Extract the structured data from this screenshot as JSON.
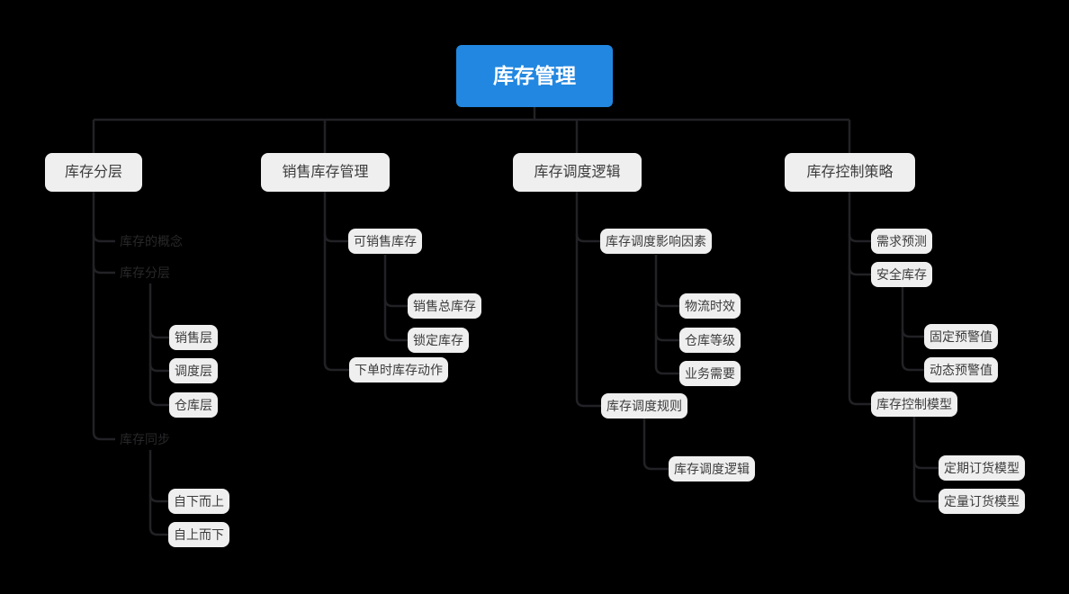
{
  "colors": {
    "canvas_bg": "#000000",
    "root_bg": "#2287e0",
    "root_text": "#ffffff",
    "node_bg": "#efefef",
    "node_text": "#3c3c3c",
    "plain_text": "#28282a",
    "line": "#222226"
  },
  "diagram": {
    "type": "mindmap-tree",
    "root": {
      "label": "库存管理"
    },
    "branches": [
      {
        "label": "库存分层",
        "children": [
          {
            "label": "库存的概念"
          },
          {
            "label": "库存分层",
            "children": [
              {
                "label": "销售层"
              },
              {
                "label": "调度层"
              },
              {
                "label": "仓库层"
              }
            ]
          },
          {
            "label": "库存同步",
            "children": [
              {
                "label": "自下而上"
              },
              {
                "label": "自上而下"
              }
            ]
          }
        ]
      },
      {
        "label": "销售库存管理",
        "children": [
          {
            "label": "可销售库存",
            "children": [
              {
                "label": "销售总库存"
              },
              {
                "label": "锁定库存"
              }
            ]
          },
          {
            "label": "下单时库存动作"
          }
        ]
      },
      {
        "label": "库存调度逻辑",
        "children": [
          {
            "label": "库存调度影响因素",
            "children": [
              {
                "label": "物流时效"
              },
              {
                "label": "仓库等级"
              },
              {
                "label": "业务需要"
              }
            ]
          },
          {
            "label": "库存调度规则",
            "children": [
              {
                "label": "库存调度逻辑"
              }
            ]
          }
        ]
      },
      {
        "label": "库存控制策略",
        "children": [
          {
            "label": "需求预测"
          },
          {
            "label": "安全库存",
            "children": [
              {
                "label": "固定预警值"
              },
              {
                "label": "动态预警值"
              }
            ]
          },
          {
            "label": "库存控制模型",
            "children": [
              {
                "label": "定期订货模型"
              },
              {
                "label": "定量订货模型"
              }
            ]
          }
        ]
      }
    ]
  }
}
